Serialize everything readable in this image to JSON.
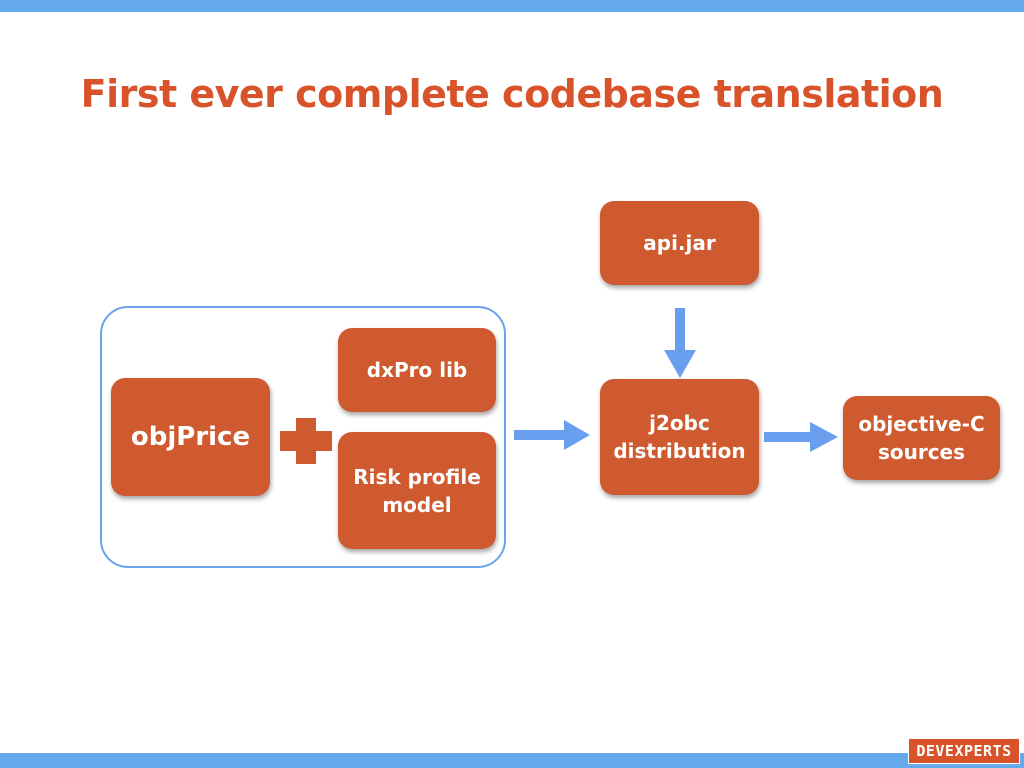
{
  "slide": {
    "title": "First ever complete codebase translation"
  },
  "diagram": {
    "nodes": {
      "objprice": "objPrice",
      "dxpro": "dxPro lib",
      "risk": "Risk profile\nmodel",
      "apijar": "api.jar",
      "j2obc": "j2obc\ndistribution",
      "objc": "objective-C\nsources"
    }
  },
  "branding": {
    "logo_text": "DEVEXPERTS"
  },
  "colors": {
    "accent_orange": "#cf5a2f",
    "title_orange": "#d9532a",
    "accent_blue": "#64aaec"
  },
  "icons": {
    "plus": "plus-icon",
    "arrow": "arrow-icon"
  }
}
